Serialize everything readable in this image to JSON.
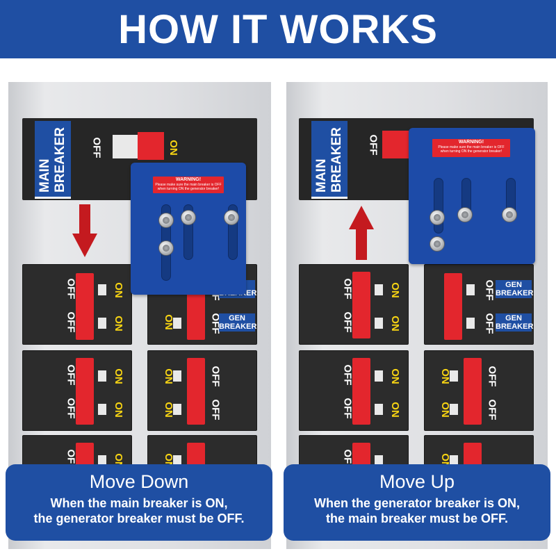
{
  "header": {
    "title": "HOW IT WORKS"
  },
  "labels": {
    "main_breaker_line1": "MAIN",
    "main_breaker_line2": "BREAKER",
    "off": "OFF",
    "on": "ON",
    "gen_line1": "GEN",
    "gen_line2": "BREAKER",
    "warning_title": "WARNING!",
    "warning_line1": "Please make sure the main breaker is OFF",
    "warning_line2": "when turning ON the generator breaker!"
  },
  "left": {
    "caption_title": "Move Down",
    "caption_line1": "When the main breaker is ON,",
    "caption_line2": "the generator breaker must be OFF."
  },
  "right": {
    "caption_title": "Move Up",
    "caption_line1": "When the generator breaker is ON,",
    "caption_line2": "the main breaker must be OFF."
  },
  "colors": {
    "brand_blue": "#1f4fa3",
    "switch_red": "#e3262d",
    "arrow_red": "#c41a1f",
    "on_yellow": "#f6d313"
  },
  "icons": {
    "left_arrow": "arrow-down-icon",
    "right_arrow": "arrow-up-icon",
    "screw": "screw-icon"
  }
}
